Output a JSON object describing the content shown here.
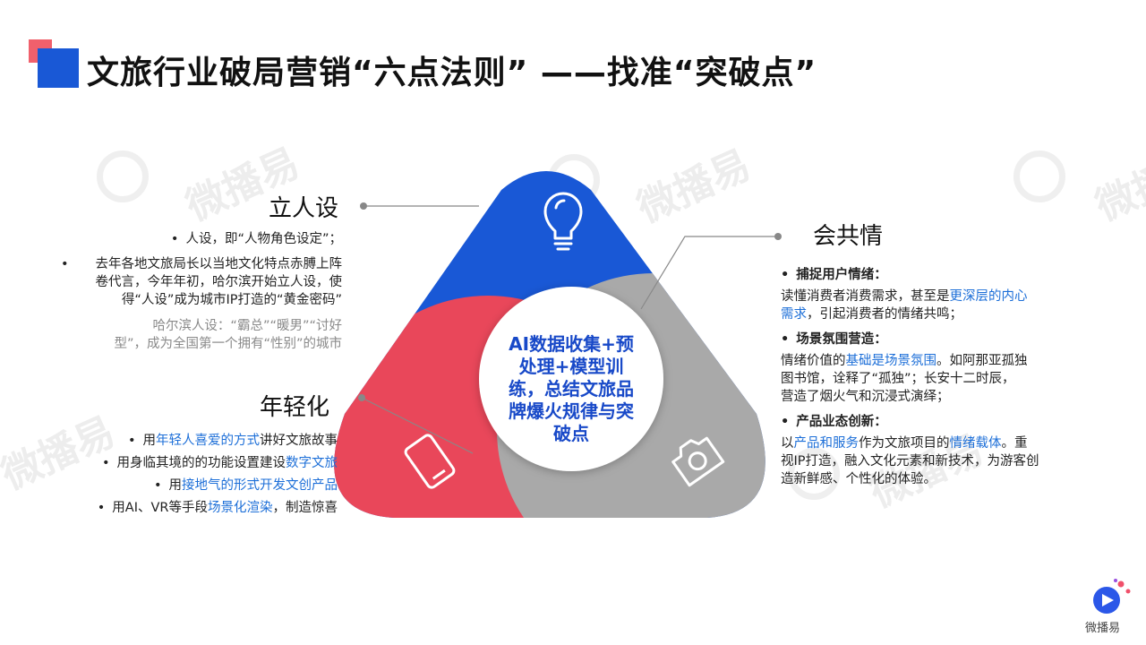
{
  "title": "文旅行业破局营销“六点法则” ——找准“突破点”",
  "watermark": "微播易",
  "center": {
    "lines": [
      "AI数据收集+预",
      "处理+模型训",
      "练，总结文旅品",
      "牌爆火规律与突",
      "破点"
    ]
  },
  "left_top": {
    "heading": "立人设",
    "bullets": [
      {
        "lines": [
          "人设，即“人物角色设定”；"
        ]
      },
      {
        "lines": [
          "去年各地文旅局长以当地文化特点赤膊上阵",
          "卷代言，今年年初，哈尔滨开始立人设，使",
          "得“人设”成为城市IP打造的“黄金密码”"
        ]
      }
    ],
    "note_lines": [
      "哈尔滨人设：“霸总”“暖男”“讨好",
      "型”，成为全国第一个拥有“性别”的城市"
    ]
  },
  "left_bottom": {
    "heading": "年轻化",
    "bullets": [
      {
        "pre": "用",
        "hl": "年轻人喜爱的方式",
        "post": "讲好文旅故事"
      },
      {
        "pre": "用身临其境的的功能设置建设",
        "hl": "数字文旅",
        "post": ""
      },
      {
        "pre": "用",
        "hl": "接地气的形式开发文创产品",
        "post": ""
      },
      {
        "pre": "用AI、VR等手段",
        "hl": "场景化渲染",
        "post": "，制造惊喜"
      }
    ]
  },
  "right": {
    "heading": "会共情",
    "sections": [
      {
        "subhead": "捕捉用户情绪：",
        "l1_pre": "读懂消费者消费需求，甚至是",
        "l1_hl": "更深层的内心",
        "l2_hl": "需求",
        "l2_post": "，引起消费者的情绪共鸣；"
      },
      {
        "subhead": "场景氛围营造：",
        "l1_pre": "情绪价值的",
        "l1_hl": "基础是场景氛围",
        "l1_post": "。如阿那亚孤独",
        "l2": "图书馆，诠释了“孤独”；长安十二时辰，",
        "l3": "营造了烟火气和沉浸式演绎；"
      },
      {
        "subhead": "产品业态创新：",
        "l1_pre": "以",
        "l1_hl": "产品和服务",
        "l1_mid": "作为文旅项目的",
        "l1_hl2": "情绪载体",
        "l1_post": "。重",
        "l2": "视IP打造，融入文化元素和新技术，为游客创",
        "l3": "造新鲜感、个性化的体验。"
      }
    ]
  },
  "colors": {
    "blue": "#1958d6",
    "red": "#e9475a",
    "gray": "#a9a9a9",
    "highlight": "#1d6fd8",
    "center_text": "#1849c8"
  },
  "icons": {
    "top": "lightbulb-icon",
    "left": "tablet-icon",
    "right": "camera-icon"
  },
  "logo": {
    "text": "微播易"
  }
}
